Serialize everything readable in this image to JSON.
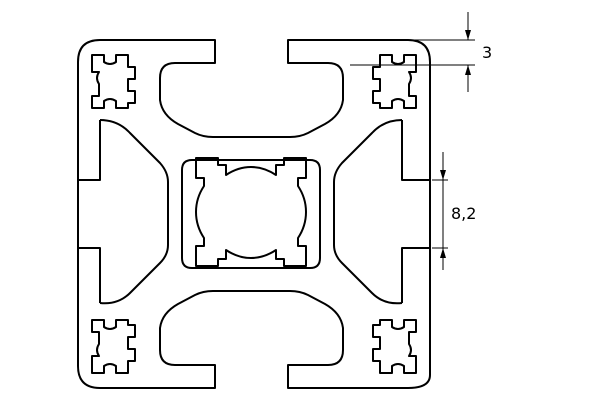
{
  "drawing": {
    "subject": "aluminum-extrusion-profile",
    "line_color": "#000000",
    "background": "#ffffff",
    "dimensions": [
      {
        "id": "slot-wall-thickness",
        "value": "3"
      },
      {
        "id": "slot-opening-width",
        "value": "8,2"
      }
    ]
  }
}
